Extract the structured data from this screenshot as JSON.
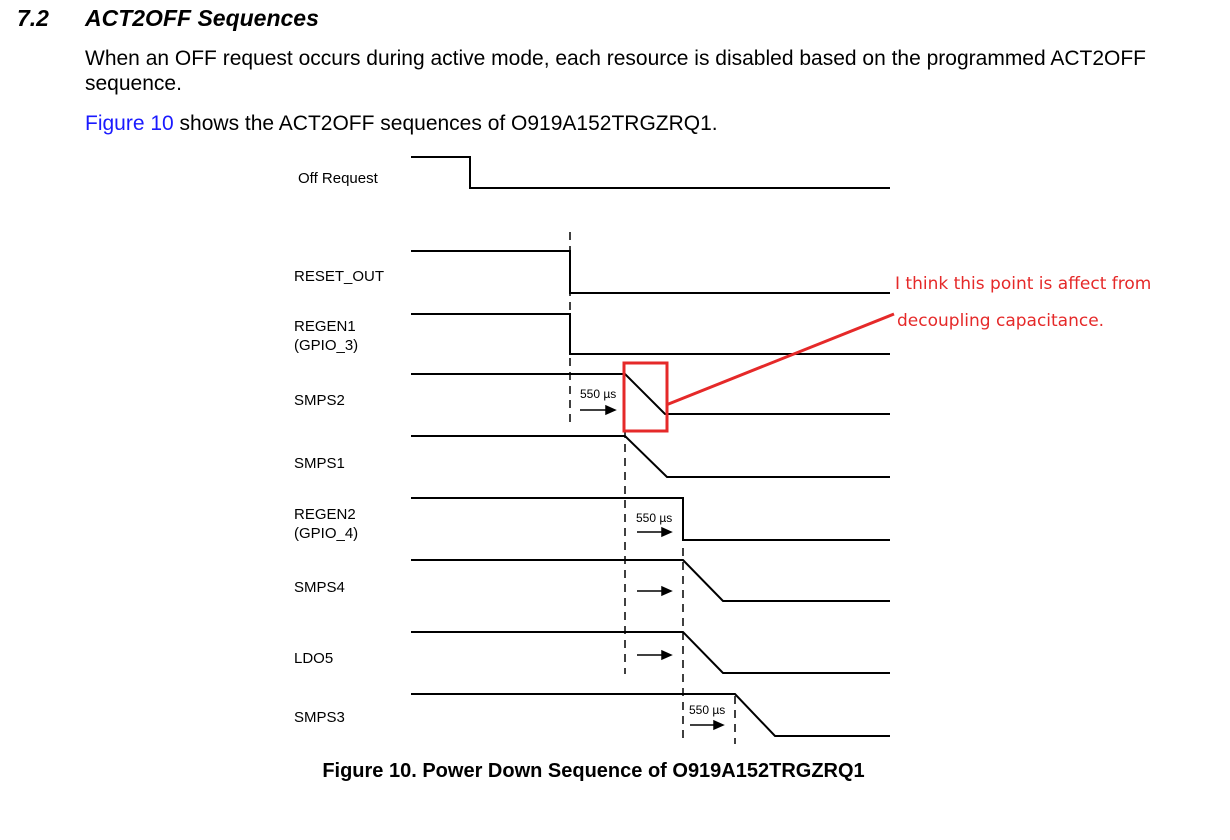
{
  "section": {
    "number": "7.2",
    "title": "ACT2OFF Sequences"
  },
  "paragraphs": {
    "intro": "When an OFF request occurs during active mode, each resource is disabled based on the programmed ACT2OFF sequence.",
    "figure_ref_link": "Figure 10",
    "figure_ref_rest": " shows the ACT2OFF sequences of O919A152TRGZRQ1."
  },
  "figure": {
    "signals": [
      {
        "id": "off-request",
        "lines": [
          "Off Request"
        ]
      },
      {
        "id": "reset-out",
        "lines": [
          "RESET_OUT"
        ]
      },
      {
        "id": "regen1",
        "lines": [
          "REGEN1",
          "(GPIO_3)"
        ]
      },
      {
        "id": "smps2",
        "lines": [
          "SMPS2"
        ]
      },
      {
        "id": "smps1",
        "lines": [
          "SMPS1"
        ]
      },
      {
        "id": "regen2",
        "lines": [
          "REGEN2",
          "(GPIO_4)"
        ]
      },
      {
        "id": "smps4",
        "lines": [
          "SMPS4"
        ]
      },
      {
        "id": "ldo5",
        "lines": [
          "LDO5"
        ]
      },
      {
        "id": "smps3",
        "lines": [
          "SMPS3"
        ]
      }
    ],
    "delay_labels": [
      "550 µs",
      "550 µs",
      "550 µs"
    ],
    "caption": "Figure 10. Power Down Sequence of O919A152TRGZRQ1"
  },
  "annotation": {
    "color": "#e52929",
    "line1": "I think this point is affect from",
    "line2": "decoupling capacitance."
  }
}
